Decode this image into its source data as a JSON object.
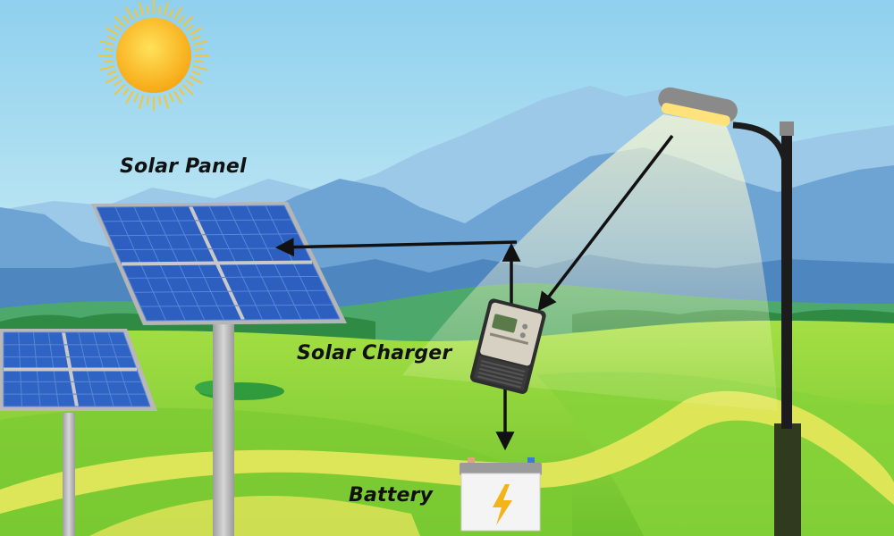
{
  "labels": {
    "solar_panel": "Solar Panel",
    "solar_charger": "Solar Charger",
    "battery": "Battery"
  },
  "charger_display": "",
  "colors": {
    "sky_top": "#9fd8f0",
    "sky_bottom": "#e3f5f3",
    "sun": "#fbb917",
    "mountain_far": "#8fbfe3",
    "mountain_near": "#5f97c7",
    "grass": "#8fd43a",
    "grass_dark": "#5fae2a",
    "path": "#e8e65a",
    "panel_blue": "#2f63c4",
    "pole": "#b9b9b9",
    "lamp_light": "#fff6b0",
    "arrow": "#111111"
  },
  "icons": {
    "sun": "sun-icon",
    "bolt": "lightning-bolt-icon"
  }
}
